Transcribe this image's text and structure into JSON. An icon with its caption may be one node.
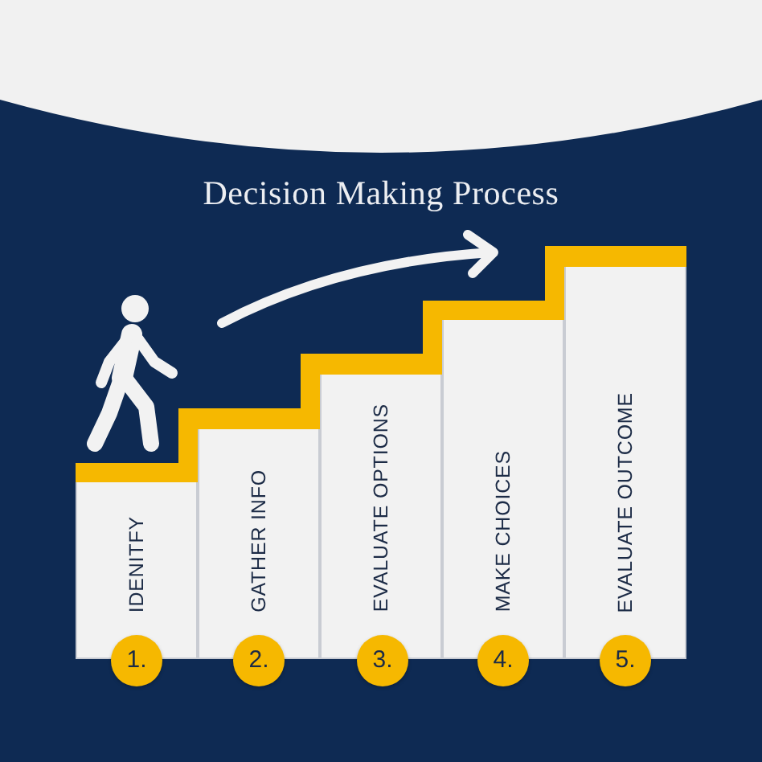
{
  "diagram": {
    "title": "Decision Making Process",
    "nodes": [
      {
        "text": [
          "IDENITFY"
        ]
      },
      {
        "text": [
          "1."
        ]
      },
      {
        "text": [
          "GATHER INFO"
        ]
      },
      {
        "text": [
          "2."
        ]
      },
      {
        "text": [
          "EVALUATE OPTIONS"
        ]
      },
      {
        "text": [
          "3."
        ]
      },
      {
        "text": [
          "MAKE CHOICES"
        ]
      },
      {
        "text": [
          "4."
        ]
      },
      {
        "text": [
          "EVALUATE OUTCOME"
        ]
      },
      {
        "text": [
          "5."
        ]
      }
    ]
  }
}
